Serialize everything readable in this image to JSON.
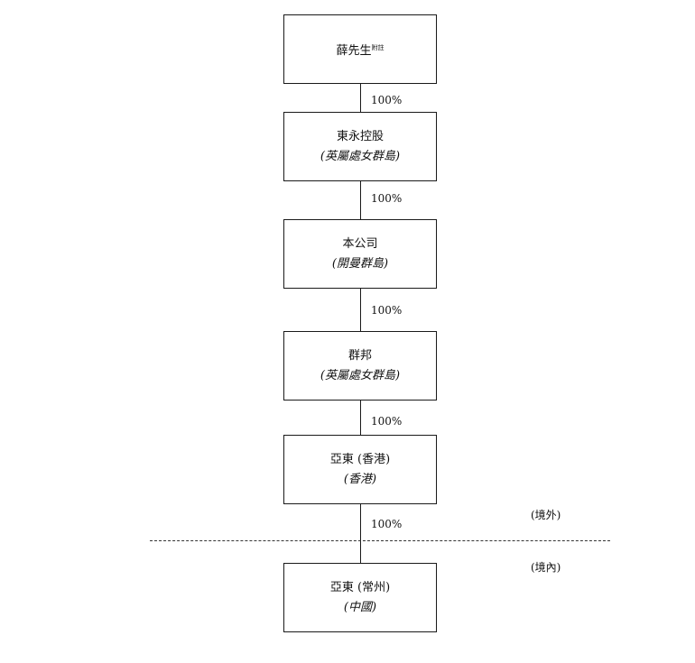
{
  "nodes": [
    {
      "name": "薛先生",
      "note": "附註",
      "jurisdiction": ""
    },
    {
      "name": "東永控股",
      "jurisdiction": "(英屬處女群島)"
    },
    {
      "name": "本公司",
      "jurisdiction": "(開曼群島)"
    },
    {
      "name": "群邦",
      "jurisdiction": "(英屬處女群島)"
    },
    {
      "name": "亞東 (香港)",
      "jurisdiction": "(香港)"
    },
    {
      "name": "亞東 (常州)",
      "jurisdiction": "(中國)"
    }
  ],
  "edges": [
    {
      "from": 0,
      "to": 1,
      "ownership": "100%"
    },
    {
      "from": 1,
      "to": 2,
      "ownership": "100%"
    },
    {
      "from": 2,
      "to": 3,
      "ownership": "100%"
    },
    {
      "from": 3,
      "to": 4,
      "ownership": "100%"
    },
    {
      "from": 4,
      "to": 5,
      "ownership": "100%"
    }
  ],
  "zones": {
    "offshore": "(境外)",
    "onshore": "(境內)"
  }
}
